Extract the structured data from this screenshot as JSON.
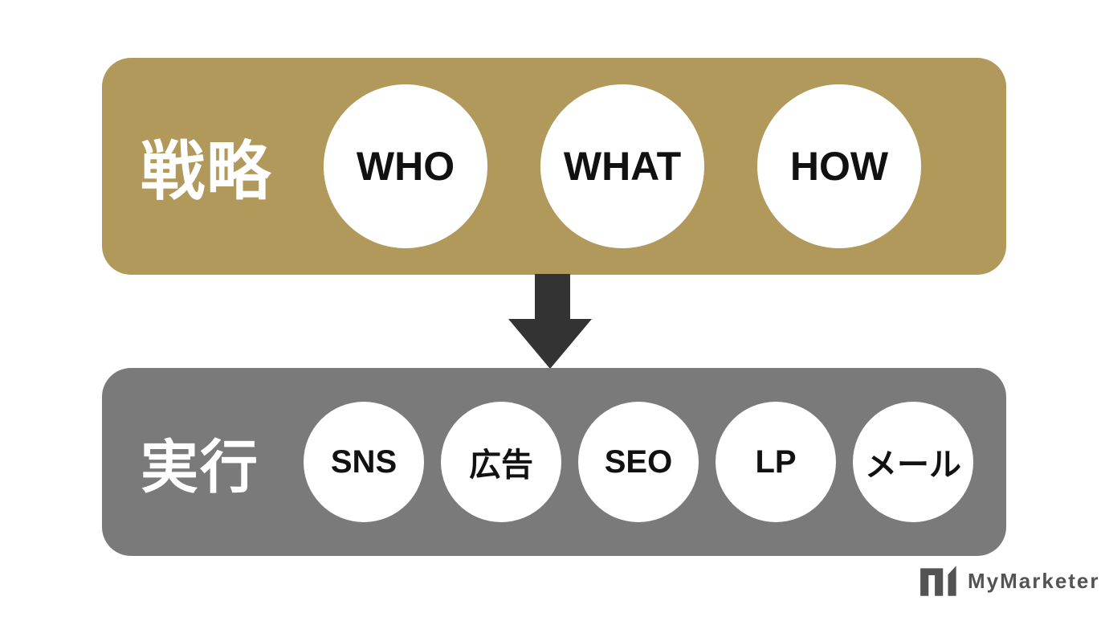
{
  "colors": {
    "strategy_band": "#b0995b",
    "execution_band": "#7a7a7a",
    "circle_fill": "#ffffff",
    "circle_text": "#111111",
    "band_label_text": "#ffffff",
    "arrow": "#333333",
    "logo": "#535353"
  },
  "strategy_band": {
    "label": "戦略",
    "items": [
      {
        "label": "WHO"
      },
      {
        "label": "WHAT"
      },
      {
        "label": "HOW"
      }
    ]
  },
  "execution_band": {
    "label": "実行",
    "items": [
      {
        "label": "SNS"
      },
      {
        "label": "広告"
      },
      {
        "label": "SEO"
      },
      {
        "label": "LP"
      },
      {
        "label": "メール"
      }
    ]
  },
  "branding": {
    "logo_text": "MyMarketer"
  }
}
